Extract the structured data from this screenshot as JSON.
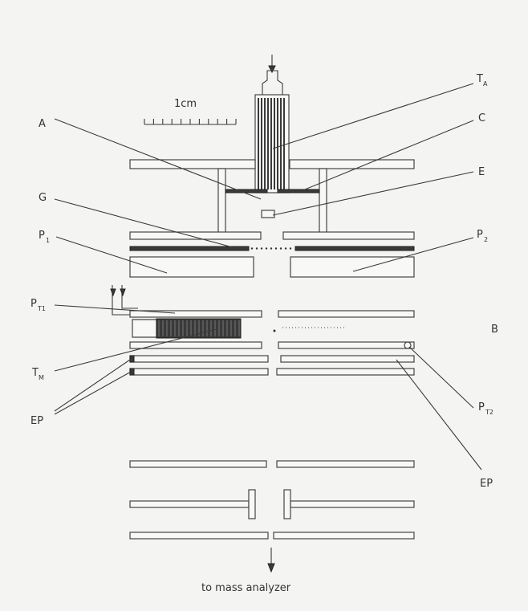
{
  "labels": {
    "A": "A",
    "G": "G",
    "P1": "P",
    "P1_sub": "1",
    "PT1": "P",
    "PT1_sub": "T1",
    "TM": "T",
    "TM_sub": "M",
    "EP_left": "EP",
    "TA": "T",
    "TA_sub": "A",
    "C": "C",
    "E": "E",
    "P2": "P",
    "P2_sub": "2",
    "B": "B",
    "PT2": "P",
    "PT2_sub": "T2",
    "EP_right": "EP"
  },
  "scale_bar": {
    "label": "1cm"
  },
  "bottom": {
    "label": "to mass analyzer"
  },
  "colors": {
    "ink": "#3a3a3a",
    "paper": "#f4f4f2"
  }
}
